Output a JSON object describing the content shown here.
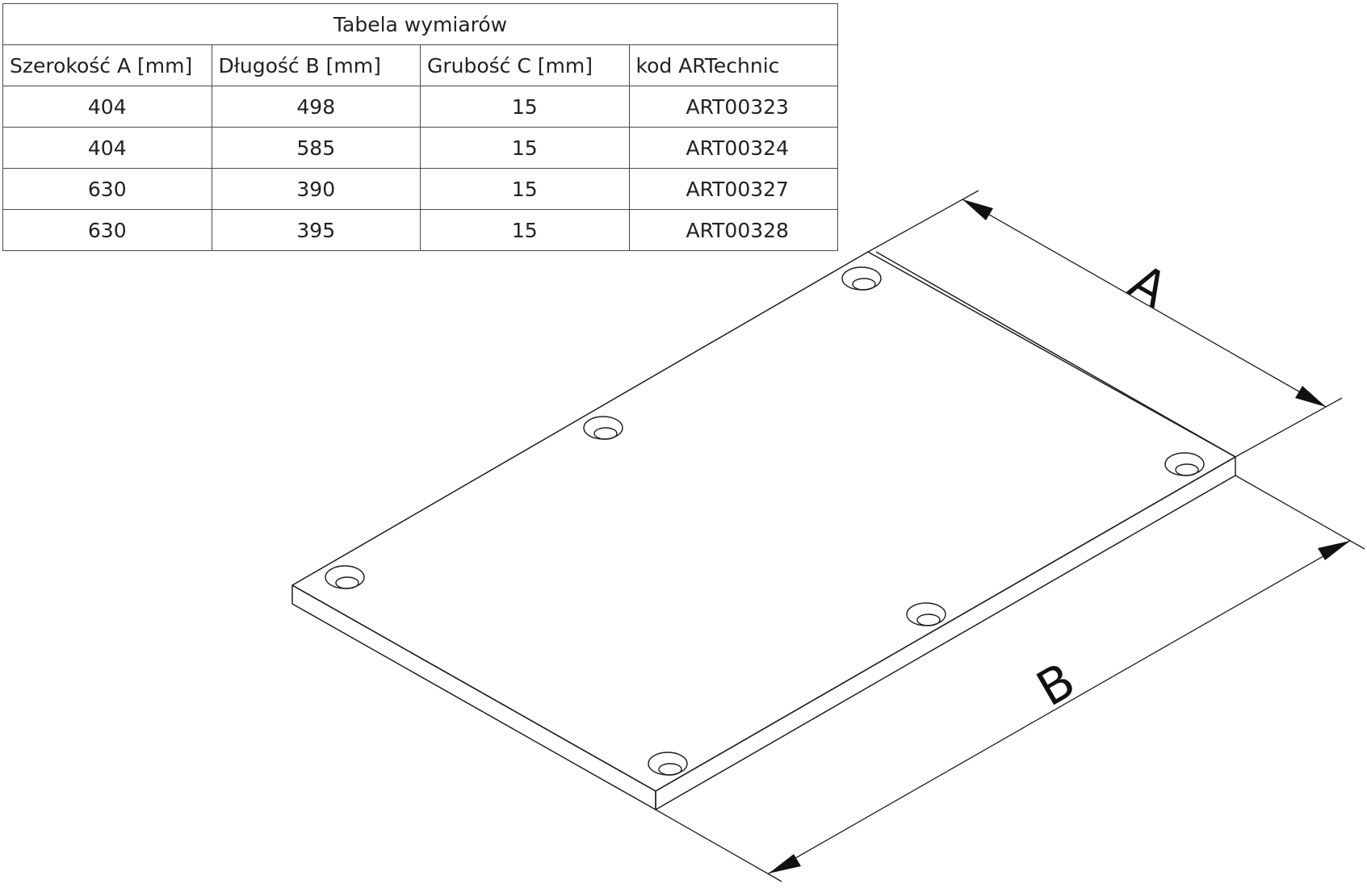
{
  "table": {
    "title": "Tabela wymiarów",
    "headers": [
      "Szerokość A [mm]",
      "Długość B [mm]",
      "Grubość C [mm]",
      "kod ARTechnic"
    ],
    "rows": [
      [
        "404",
        "498",
        "15",
        "ART00323"
      ],
      [
        "404",
        "585",
        "15",
        "ART00324"
      ],
      [
        "630",
        "390",
        "15",
        "ART00327"
      ],
      [
        "630",
        "395",
        "15",
        "ART00328"
      ]
    ]
  },
  "drawing": {
    "dimension_a_label": "A",
    "dimension_b_label": "B",
    "hole_count": 6,
    "line_color": "#1e1e1e"
  }
}
